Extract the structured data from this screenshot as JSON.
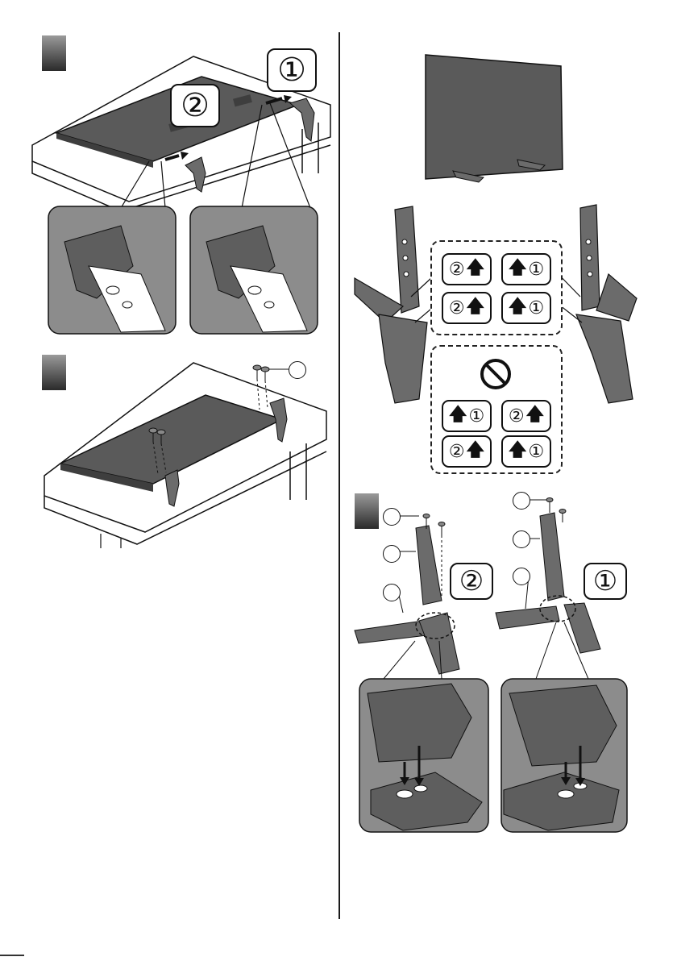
{
  "steps": {
    "step_a_callout_1": "①",
    "step_a_callout_2": "②",
    "check_panel": {
      "top_row": [
        {
          "num": "②",
          "arrow": "🡅"
        },
        {
          "num": "①",
          "arrow": "🡅"
        }
      ],
      "mid_row": [
        {
          "num": "②",
          "arrow": "🡅"
        },
        {
          "num": "①",
          "arrow": "🡅"
        }
      ]
    },
    "wrong_panel": {
      "rows": [
        [
          {
            "num": "①",
            "arrow": "🡅",
            "arrow_first": true
          },
          {
            "num": "②",
            "arrow": "🡅",
            "arrow_first": false
          }
        ],
        [
          {
            "num": "②",
            "arrow": "🡅",
            "arrow_first": false
          },
          {
            "num": "①",
            "arrow": "🡅",
            "arrow_first": true
          }
        ]
      ]
    },
    "step_c_callout_left": "②",
    "step_c_callout_right": "①"
  },
  "colors": {
    "step_box_top": "#9a9a9a",
    "step_box_bottom": "#2a2a2a",
    "part_fill": "#6b6b6b",
    "tv_fill": "#5a5a5a",
    "detail_bg": "#8c8c8c",
    "line": "#111111"
  },
  "icons": [
    "prohibited-icon",
    "arrow-up-icon",
    "screw-icon",
    "down-arrow-icon"
  ]
}
